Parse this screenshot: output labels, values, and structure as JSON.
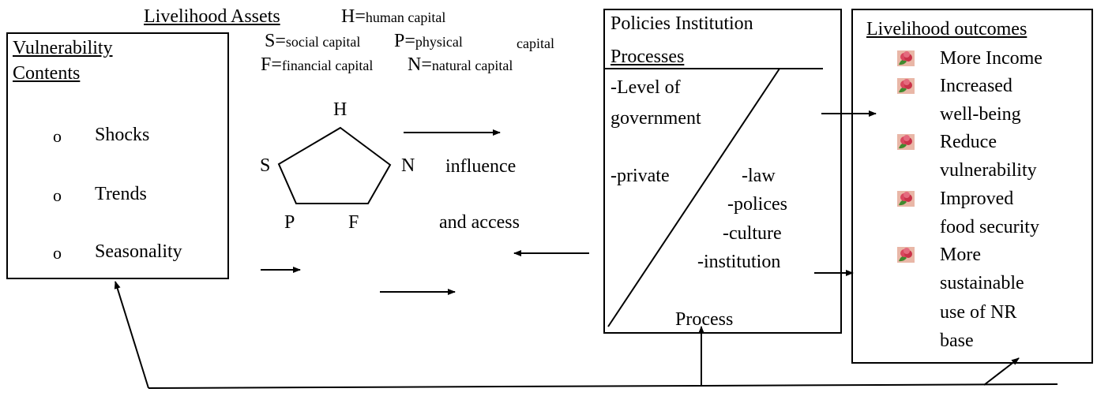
{
  "assets": {
    "title": "Livelihood Assets",
    "legend": {
      "h_key": "H=",
      "h_val": "human capital",
      "s_key": "S=",
      "s_val": "social capital",
      "p_key": "P=",
      "p_val": "physical",
      "p_val2": "capital",
      "f_key": "F=",
      "f_val": "financial capital",
      "n_key": "N=",
      "n_val": "natural capital"
    },
    "pentagon": {
      "h": "H",
      "s": "S",
      "n": "N",
      "p": "P",
      "f": "F"
    },
    "influence_1": "influence",
    "influence_2": "and access"
  },
  "vulnerability": {
    "title_1": "Vulnerability",
    "title_2": "Contents",
    "bullet": "o",
    "items": [
      "Shocks",
      "Trends",
      "Seasonality"
    ]
  },
  "policies": {
    "title_1": "Policies Institution",
    "title_2": "Processes",
    "level_1": "-Level of",
    "level_2": "government",
    "private": "-private",
    "law": "-law",
    "polices": "-polices",
    "culture": "-culture",
    "institution": "-institution",
    "process": "Process"
  },
  "outcomes": {
    "title": "Livelihood outcomes",
    "items": [
      [
        "More Income"
      ],
      [
        "Increased",
        "well-being"
      ],
      [
        "Reduce",
        "vulnerability"
      ],
      [
        "Improved",
        "food security"
      ],
      [
        "More",
        "sustainable",
        "use of NR",
        "base"
      ]
    ]
  },
  "icons": {
    "bullet_icon": "flower-bullet-icon"
  },
  "colors": {
    "line": "#000000",
    "flower_petal": "#d9475e",
    "flower_leaf": "#3f8a2e"
  }
}
